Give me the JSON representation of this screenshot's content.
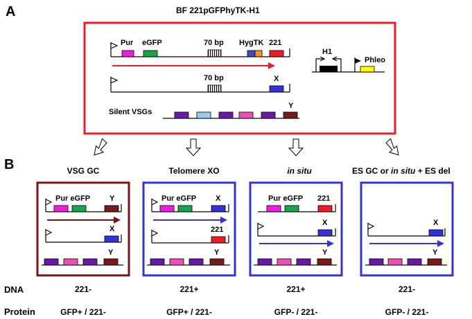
{
  "colors": {
    "red": "#ee1c24",
    "darkred": "#7f1113",
    "blue": "#3232d8",
    "magenta": "#ee1ee0",
    "green": "#17a44a",
    "darkblue": "#3a4fbf",
    "orange": "#f7941d",
    "lightblue": "#9cc9ec",
    "purple": "#6a18a8",
    "pink": "#ee4fb4",
    "maroon": "#7a1a1a",
    "black": "#000000",
    "yellow": "#ffff00"
  },
  "panel_a": {
    "label": "A",
    "title": "BF  221pGFPhyTK-H1",
    "pur": "Pur",
    "egfp": "eGFP",
    "bp70": "70 bp",
    "hygtk": "HygTK",
    "v221": "221",
    "bp70b": "70 bp",
    "x": "X",
    "silent": "Silent VSGs",
    "y": "Y",
    "h1": "H1",
    "phleo": "Phleo"
  },
  "panel_b": {
    "label": "B",
    "headings": [
      "VSG GC",
      "Telomere XO",
      "in situ",
      "ES GC or ",
      "in situ",
      " + ES del"
    ],
    "dna_label": "DNA",
    "protein_label": "Protein",
    "dna": [
      "221-",
      "221+",
      "221+",
      "221-"
    ],
    "protein": [
      "GFP+ / 221-",
      "GFP+ / 221-",
      "GFP- / 221-",
      "GFP- / 221-"
    ],
    "box1": {
      "pureg": "Pur eGFP",
      "y1": "Y",
      "x": "X",
      "y2": "Y"
    },
    "box2": {
      "pureg": "Pur eGFP",
      "x1": "X",
      "v221": "221",
      "y": "Y"
    },
    "box3": {
      "pureg": "Pur eGFP",
      "v221": "221",
      "x": "X",
      "y": "Y"
    },
    "box4": {
      "x": "X",
      "y": "Y"
    }
  }
}
